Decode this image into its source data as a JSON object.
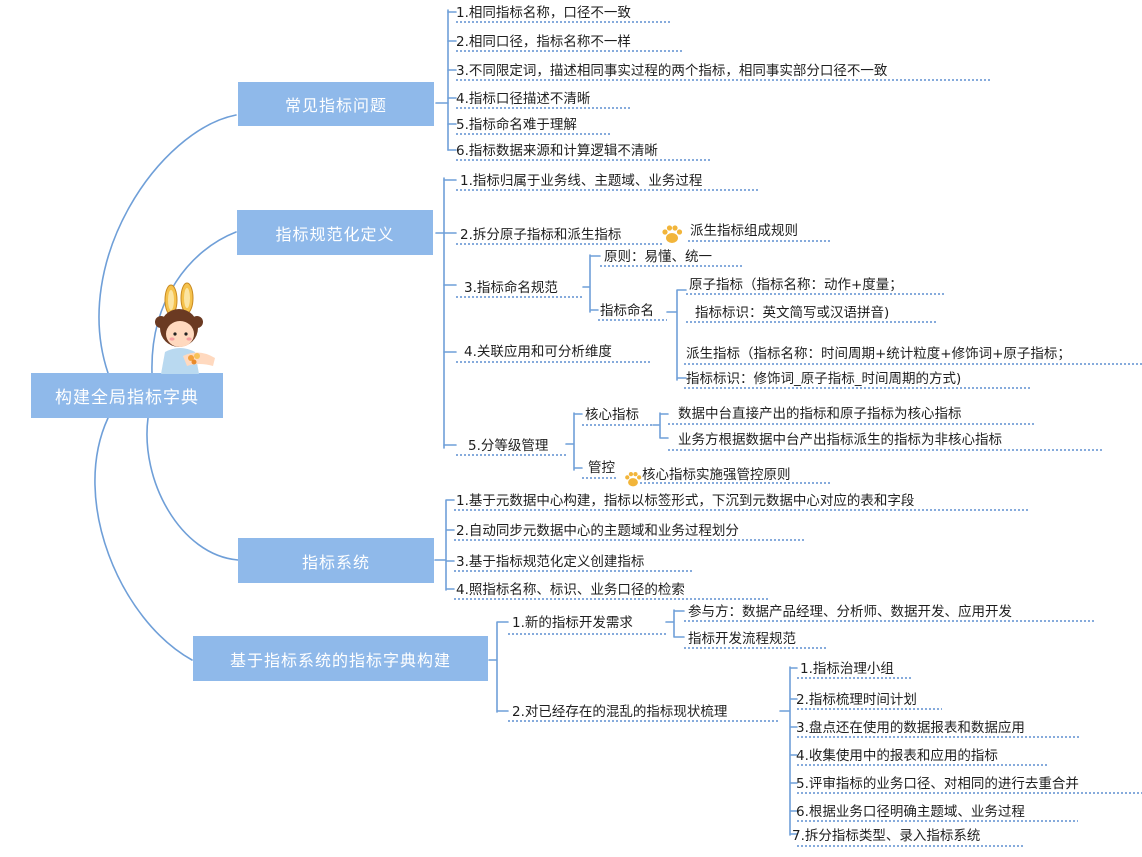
{
  "root": "构建全局指标字典",
  "branches": {
    "b1": {
      "title": "常见指标问题",
      "items": [
        "1.相同指标名称，口径不一致",
        "2.相同口径，指标名称不一样",
        "3.不同限定词，描述相同事实过程的两个指标，相同事实部分口径不一致",
        "4.指标口径描述不清晰",
        "5.指标命名难于理解",
        "6.指标数据来源和计算逻辑不清晰"
      ]
    },
    "b2": {
      "title": "指标规范化定义",
      "item1": "1.指标归属于业务线、主题域、业务过程",
      "item2": "2.拆分原子指标和派生指标",
      "item2_note": "派生指标组成规则",
      "item3": "3.指标命名规范",
      "principle": "原则：易懂、统一",
      "naming": "指标命名",
      "atomic_l1": "原子指标（指标名称：动作+度量；",
      "atomic_l2": "指标标识：英文简写或汉语拼音)",
      "item4": "4.关联应用和可分析维度",
      "derived_l1": "派生指标（指标名称：时间周期+统计粒度+修饰词+原子指标；",
      "derived_l2": "指标标识：修饰词_原子指标_时间周期的方式)",
      "item5": "5.分等级管理",
      "core": "核心指标",
      "core_a": "数据中台直接产出的指标和原子指标为核心指标",
      "core_b": "业务方根据数据中台产出指标派生的指标为非核心指标",
      "control": "管控",
      "control_note": "核心指标实施强管控原则"
    },
    "b3": {
      "title": "指标系统",
      "items": [
        "1.基于元数据中心构建，指标以标签形式，下沉到元数据中心对应的表和字段",
        "2.自动同步元数据中心的主题域和业务过程划分",
        "3.基于指标规范化定义创建指标",
        "4.照指标名称、标识、业务口径的检索"
      ]
    },
    "b4": {
      "title": "基于指标系统的指标字典构建",
      "item1": "1.新的指标开发需求",
      "item1_a": "参与方：数据产品经理、分析师、数据开发、应用开发",
      "item1_b": "指标开发流程规范",
      "item2": "2.对已经存在的混乱的指标现状梳理",
      "steps": [
        "1.指标治理小组",
        "2.指标梳理时间计划",
        "3.盘点还在使用的数据报表和数据应用",
        "4.收集使用中的报表和应用的指标",
        "5.评审指标的业务口径、对相同的进行去重合并",
        "6.根据业务口径明确主题域、业务过程",
        "7.拆分指标类型、录入指标系统"
      ]
    }
  },
  "colors": {
    "box": "#8fb9ea",
    "line": "#6f9fd8"
  }
}
